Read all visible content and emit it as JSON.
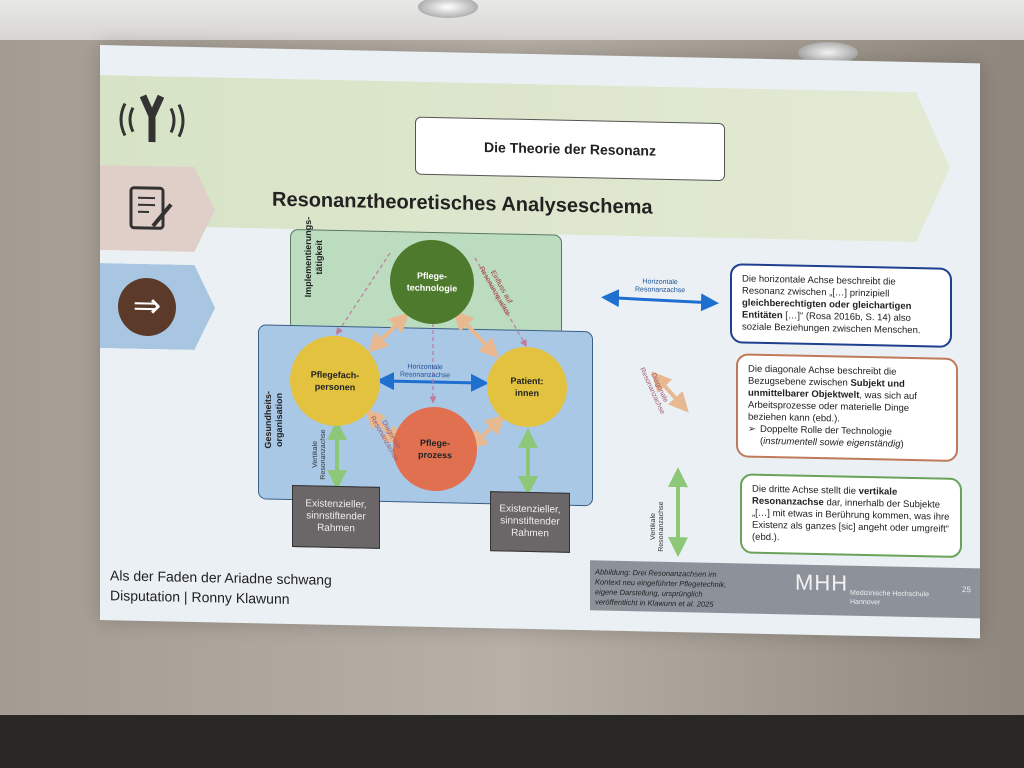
{
  "slide": {
    "title": "Die Theorie der Resonanz",
    "heading": "Resonanztheoretisches Analyseschema",
    "diagram": {
      "zone_top": "Implementierungs-\ntätigkeit",
      "zone_bottom": "Gesundheits-\norganisation",
      "nodes": {
        "technologie": "Pflege-\ntechnologie",
        "fachpersonen": "Pflegefach-\npersonen",
        "patienten": "Patient:\ninnen",
        "prozess": "Pflege-\nprozess"
      },
      "frame_left": "Existenzieller,\nsinnstiftender\nRahmen",
      "frame_right": "Existenzieller,\nsinnstiftender\nRahmen",
      "label_horizontal": "Horizontale\nResonanzachse",
      "label_diagonal": "Diagonale\nResonanzachse",
      "label_vertical": "Vertikale\nResonanzachse",
      "label_einfluss": "Einfluss auf\nResonanzqualität"
    },
    "legend": {
      "horizontal": "Horizontale\nResonanzachse",
      "diagonal": "Diagonale\nResonanzachse",
      "vertical": "Vertikale\nResonanzachse"
    },
    "boxes": [
      {
        "parts": [
          "Die horizontale Achse beschreibt die Resonanz zwischen „[…] prinzipiell ",
          "gleichberechtigten oder gleichartigen Entitäten",
          " […]“ (Rosa 2016b, S. 14) also soziale Beziehungen zwischen Menschen."
        ],
        "color": "#1f3f8f"
      },
      {
        "parts": [
          "Die diagonale Achse beschreibt die Bezugsebene zwischen ",
          "Subjekt und unmittelbarer Objektwelt",
          ", was sich auf Arbeitsprozesse oder materielle Dinge beziehen kann (ebd.)."
        ],
        "bullet_pre": "Doppelte Rolle der Technologie (",
        "bullet_em": "instrumentell sowie eigenständig",
        "bullet_post": ")",
        "color": "#c07a5a"
      },
      {
        "parts": [
          "Die dritte Achse stellt die ",
          "vertikale Resonanzachse",
          " dar, innerhalb der Subjekte „[…] mit etwas in Berührung kommen, was ihre Existenz als ganzes [sic] angeht oder umgreift“ (ebd.)."
        ],
        "color": "#6aa25a"
      }
    ],
    "footer": {
      "title": "Als der Faden der Ariadne schwang",
      "subtitle": "Disputation | Ronny Klawunn",
      "caption": "Abbildung: Drei Resonanzachsen im Kontext neu eingeführter Pflegetechnik, eigene Darstellung, ursprünglich veröffentlicht in Klawunn et al. 2025",
      "logo": "MHH",
      "institution": "Medizinische Hochschule\nHannover",
      "page": "25"
    },
    "colors": {
      "tech": "#4e7a2e",
      "persons": "#e2c23e",
      "process": "#e07050",
      "horizontal": "#1e6fd0",
      "diagonal": "#e8b890",
      "vertical": "#8cc878"
    }
  }
}
